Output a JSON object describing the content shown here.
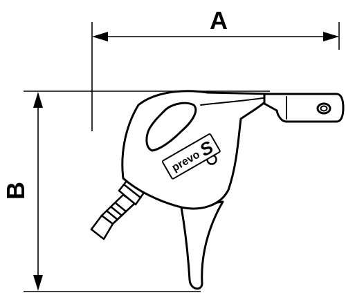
{
  "dimensions": {
    "a_label": "A",
    "b_label": "B"
  },
  "brand": {
    "prefix": "prevo",
    "mark": "S"
  },
  "colors": {
    "line": "#000000",
    "fill": "#ffffff"
  }
}
